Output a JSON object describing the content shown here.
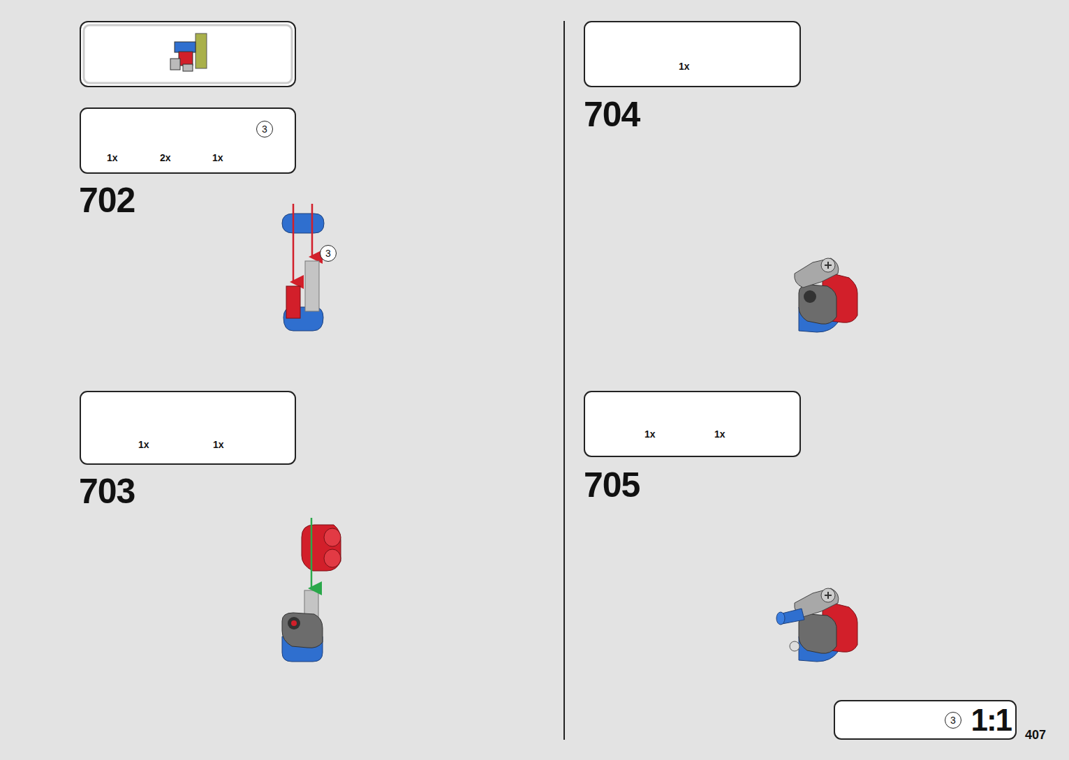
{
  "diagram": {
    "nodes": [
      {
        "text": [
          "1x",
          "2x",
          "1x"
        ]
      },
      {
        "text": [
          "3"
        ],
        "in": 0
      },
      {
        "text": [
          "3"
        ]
      },
      {
        "text": [
          "1x",
          "1x"
        ]
      },
      {
        "text": [
          "1x"
        ]
      },
      {
        "text": [
          "1x",
          "1x"
        ]
      },
      {
        "text": [
          "1:1"
        ]
      },
      {
        "text": [
          "3"
        ],
        "in": 6
      }
    ],
    "labels": [
      "702",
      "703",
      "704",
      "705",
      "407"
    ]
  }
}
